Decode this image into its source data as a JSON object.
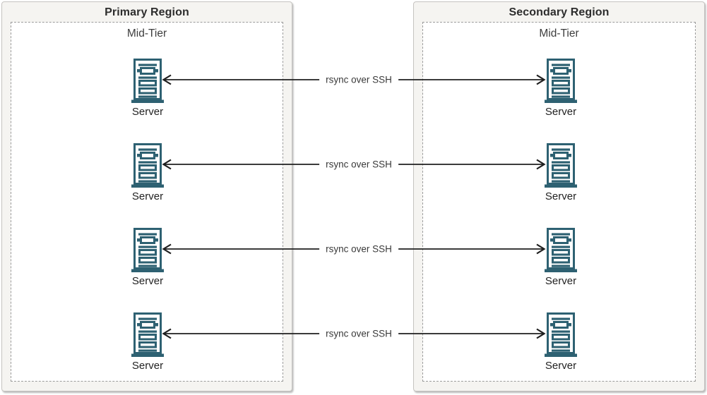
{
  "regions": [
    {
      "title": "Primary Region",
      "tier_label": "Mid-Tier",
      "servers": [
        {
          "label": "Server"
        },
        {
          "label": "Server"
        },
        {
          "label": "Server"
        },
        {
          "label": "Server"
        }
      ]
    },
    {
      "title": "Secondary Region",
      "tier_label": "Mid-Tier",
      "servers": [
        {
          "label": "Server"
        },
        {
          "label": "Server"
        },
        {
          "label": "Server"
        },
        {
          "label": "Server"
        }
      ]
    }
  ],
  "connections": [
    {
      "label": "rsync over SSH"
    },
    {
      "label": "rsync over SSH"
    },
    {
      "label": "rsync over SSH"
    },
    {
      "label": "rsync over SSH"
    }
  ],
  "colors": {
    "server_icon": "#2e6172",
    "arrow": "#1f1f1f",
    "region_fill": "#f5f4f1",
    "region_border": "#c6c4c1",
    "dashed_border": "#9b9b9b",
    "title_text": "#2d2d2d",
    "tier_text": "#3d3d3d",
    "server_text": "#222222",
    "label_text": "#3a3a3a",
    "canvas_bg": "#ffffff"
  }
}
